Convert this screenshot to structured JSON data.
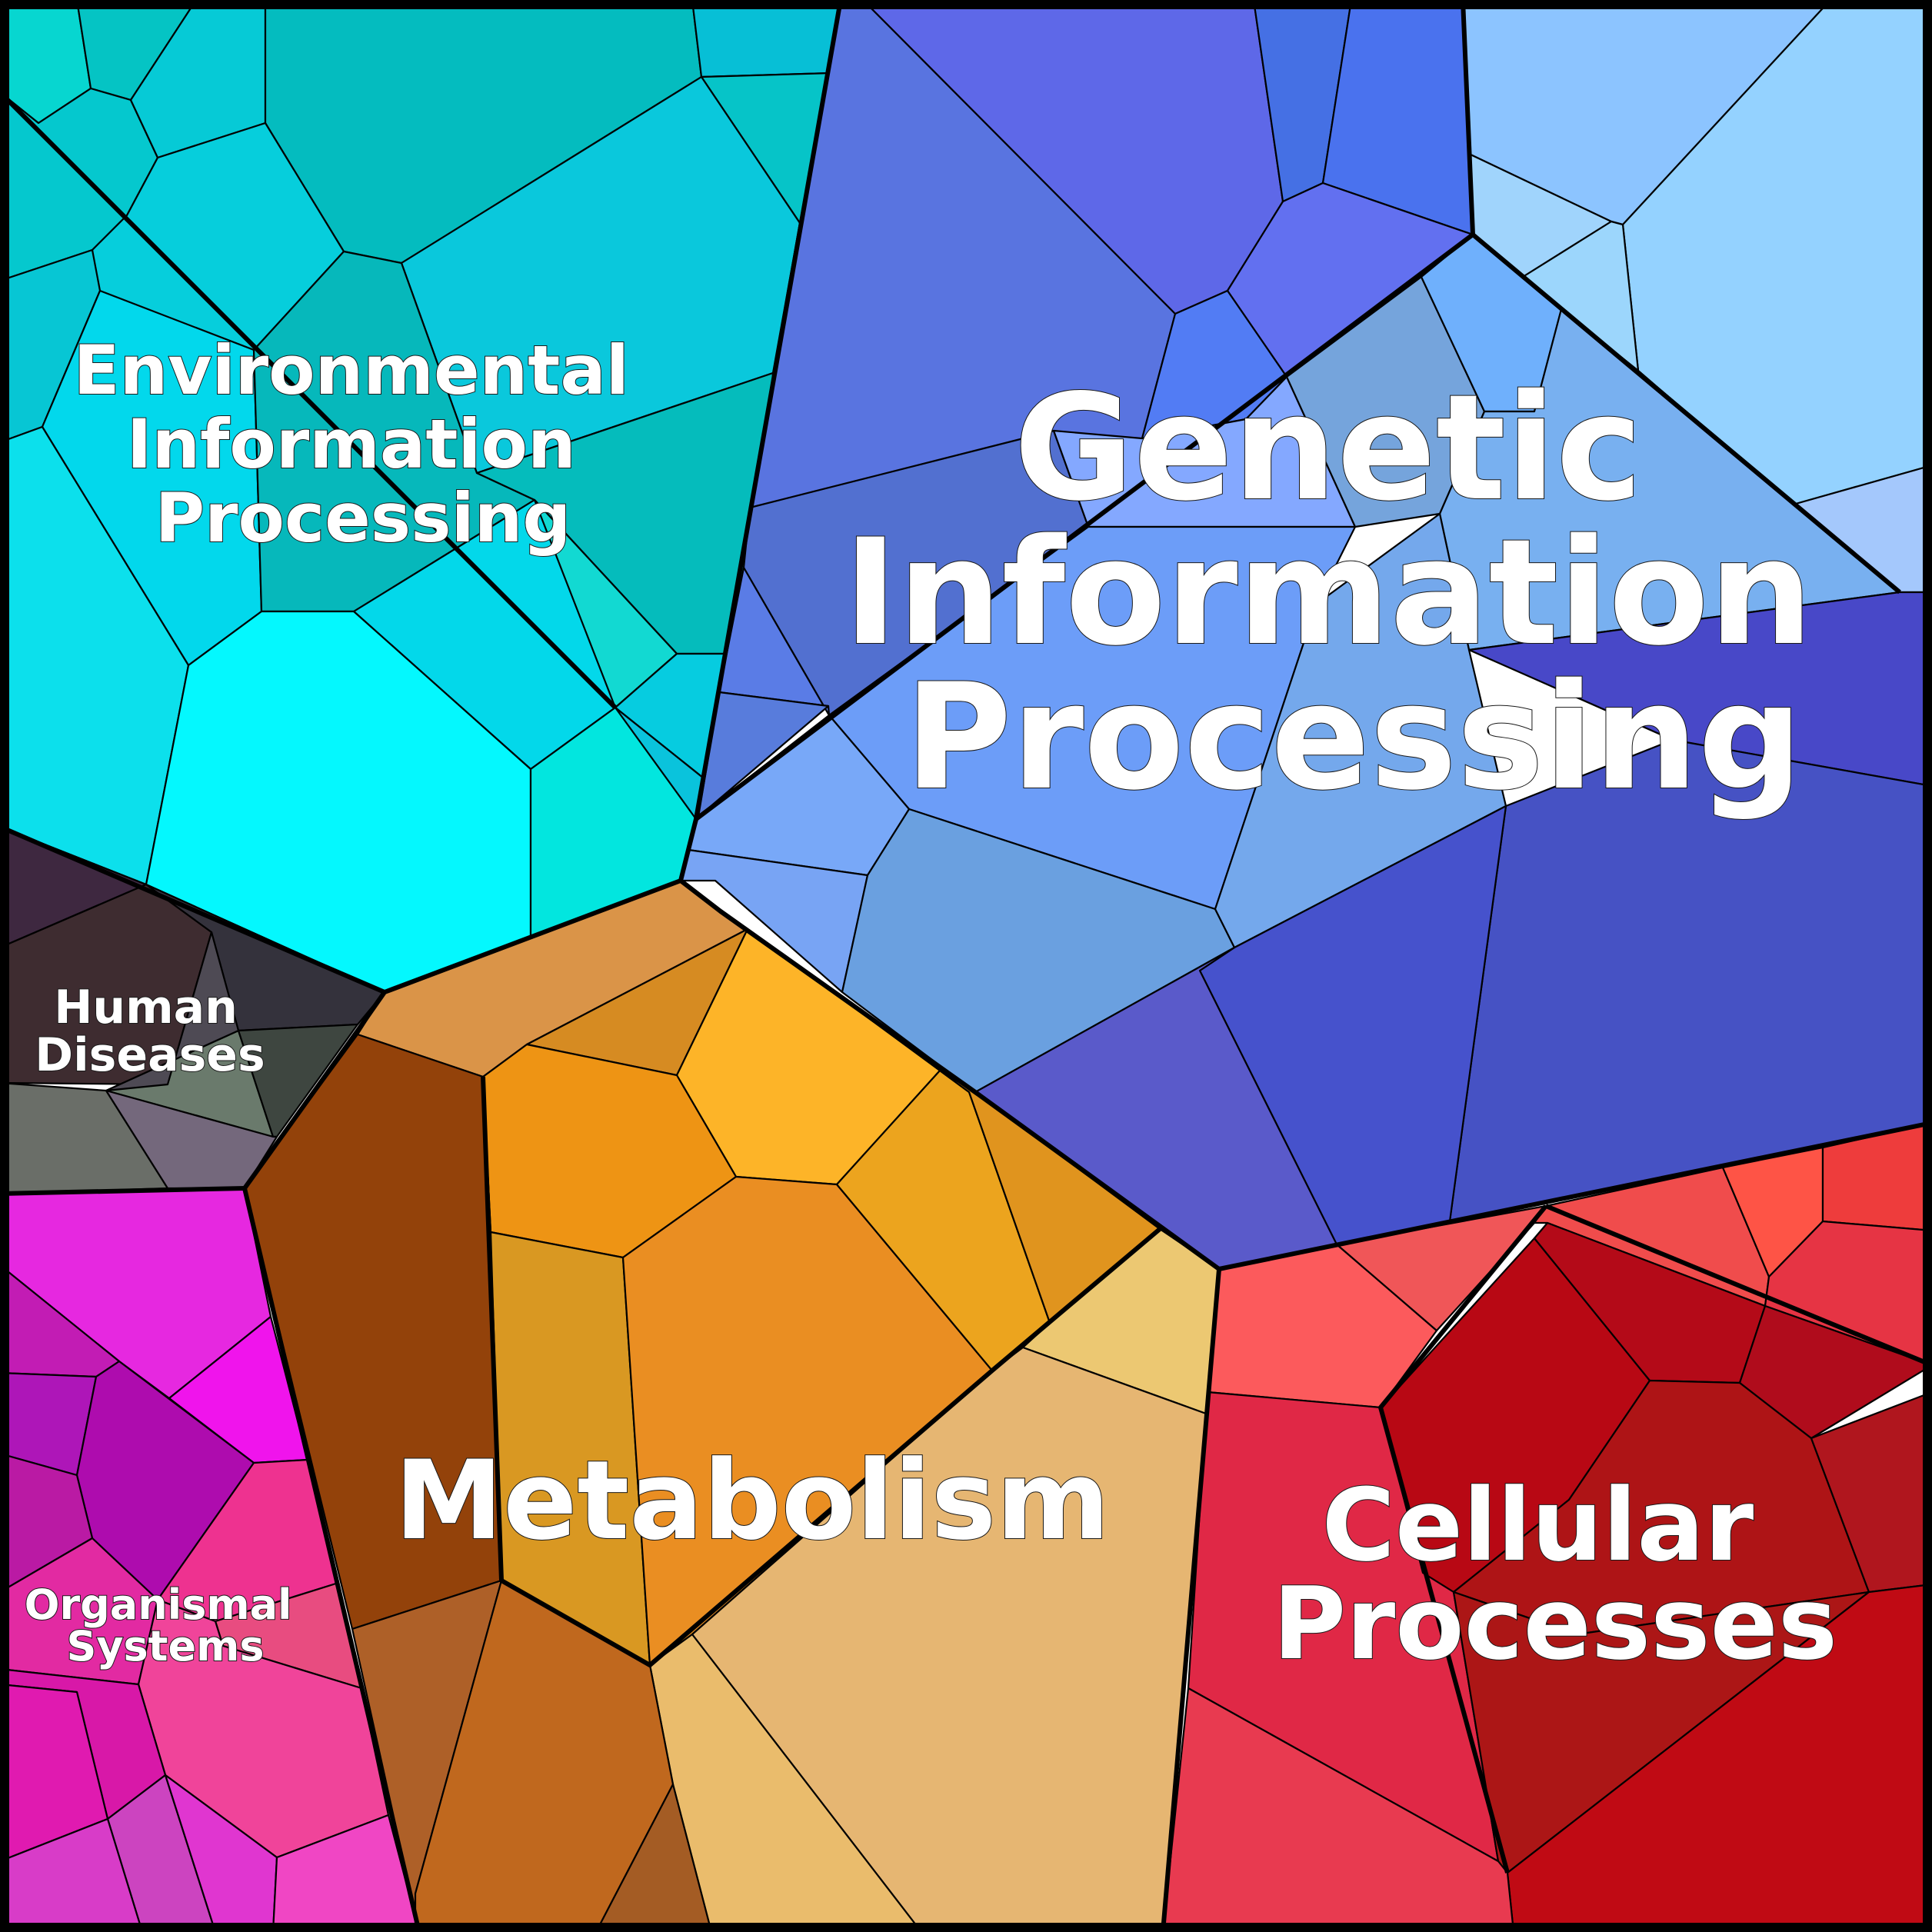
{
  "categories": [
    {
      "key": "environmental",
      "lines": [
        "Environmental",
        "Information",
        "Processing"
      ],
      "color": "#0ac8d8"
    },
    {
      "key": "genetic",
      "lines": [
        "Genetic",
        "Information",
        "Processing"
      ],
      "color": "#5b6fe0"
    },
    {
      "key": "human",
      "lines": [
        "Human",
        "Diseases"
      ],
      "color": "#3e3a42"
    },
    {
      "key": "organismal",
      "lines": [
        "Organismal",
        "Systems"
      ],
      "color": "#e028d0"
    },
    {
      "key": "metabolism",
      "lines": [
        "Metabolism"
      ],
      "color": "#e8952a"
    },
    {
      "key": "cellular",
      "lines": [
        "Cellular",
        "Processes"
      ],
      "color": "#d8283a"
    }
  ]
}
